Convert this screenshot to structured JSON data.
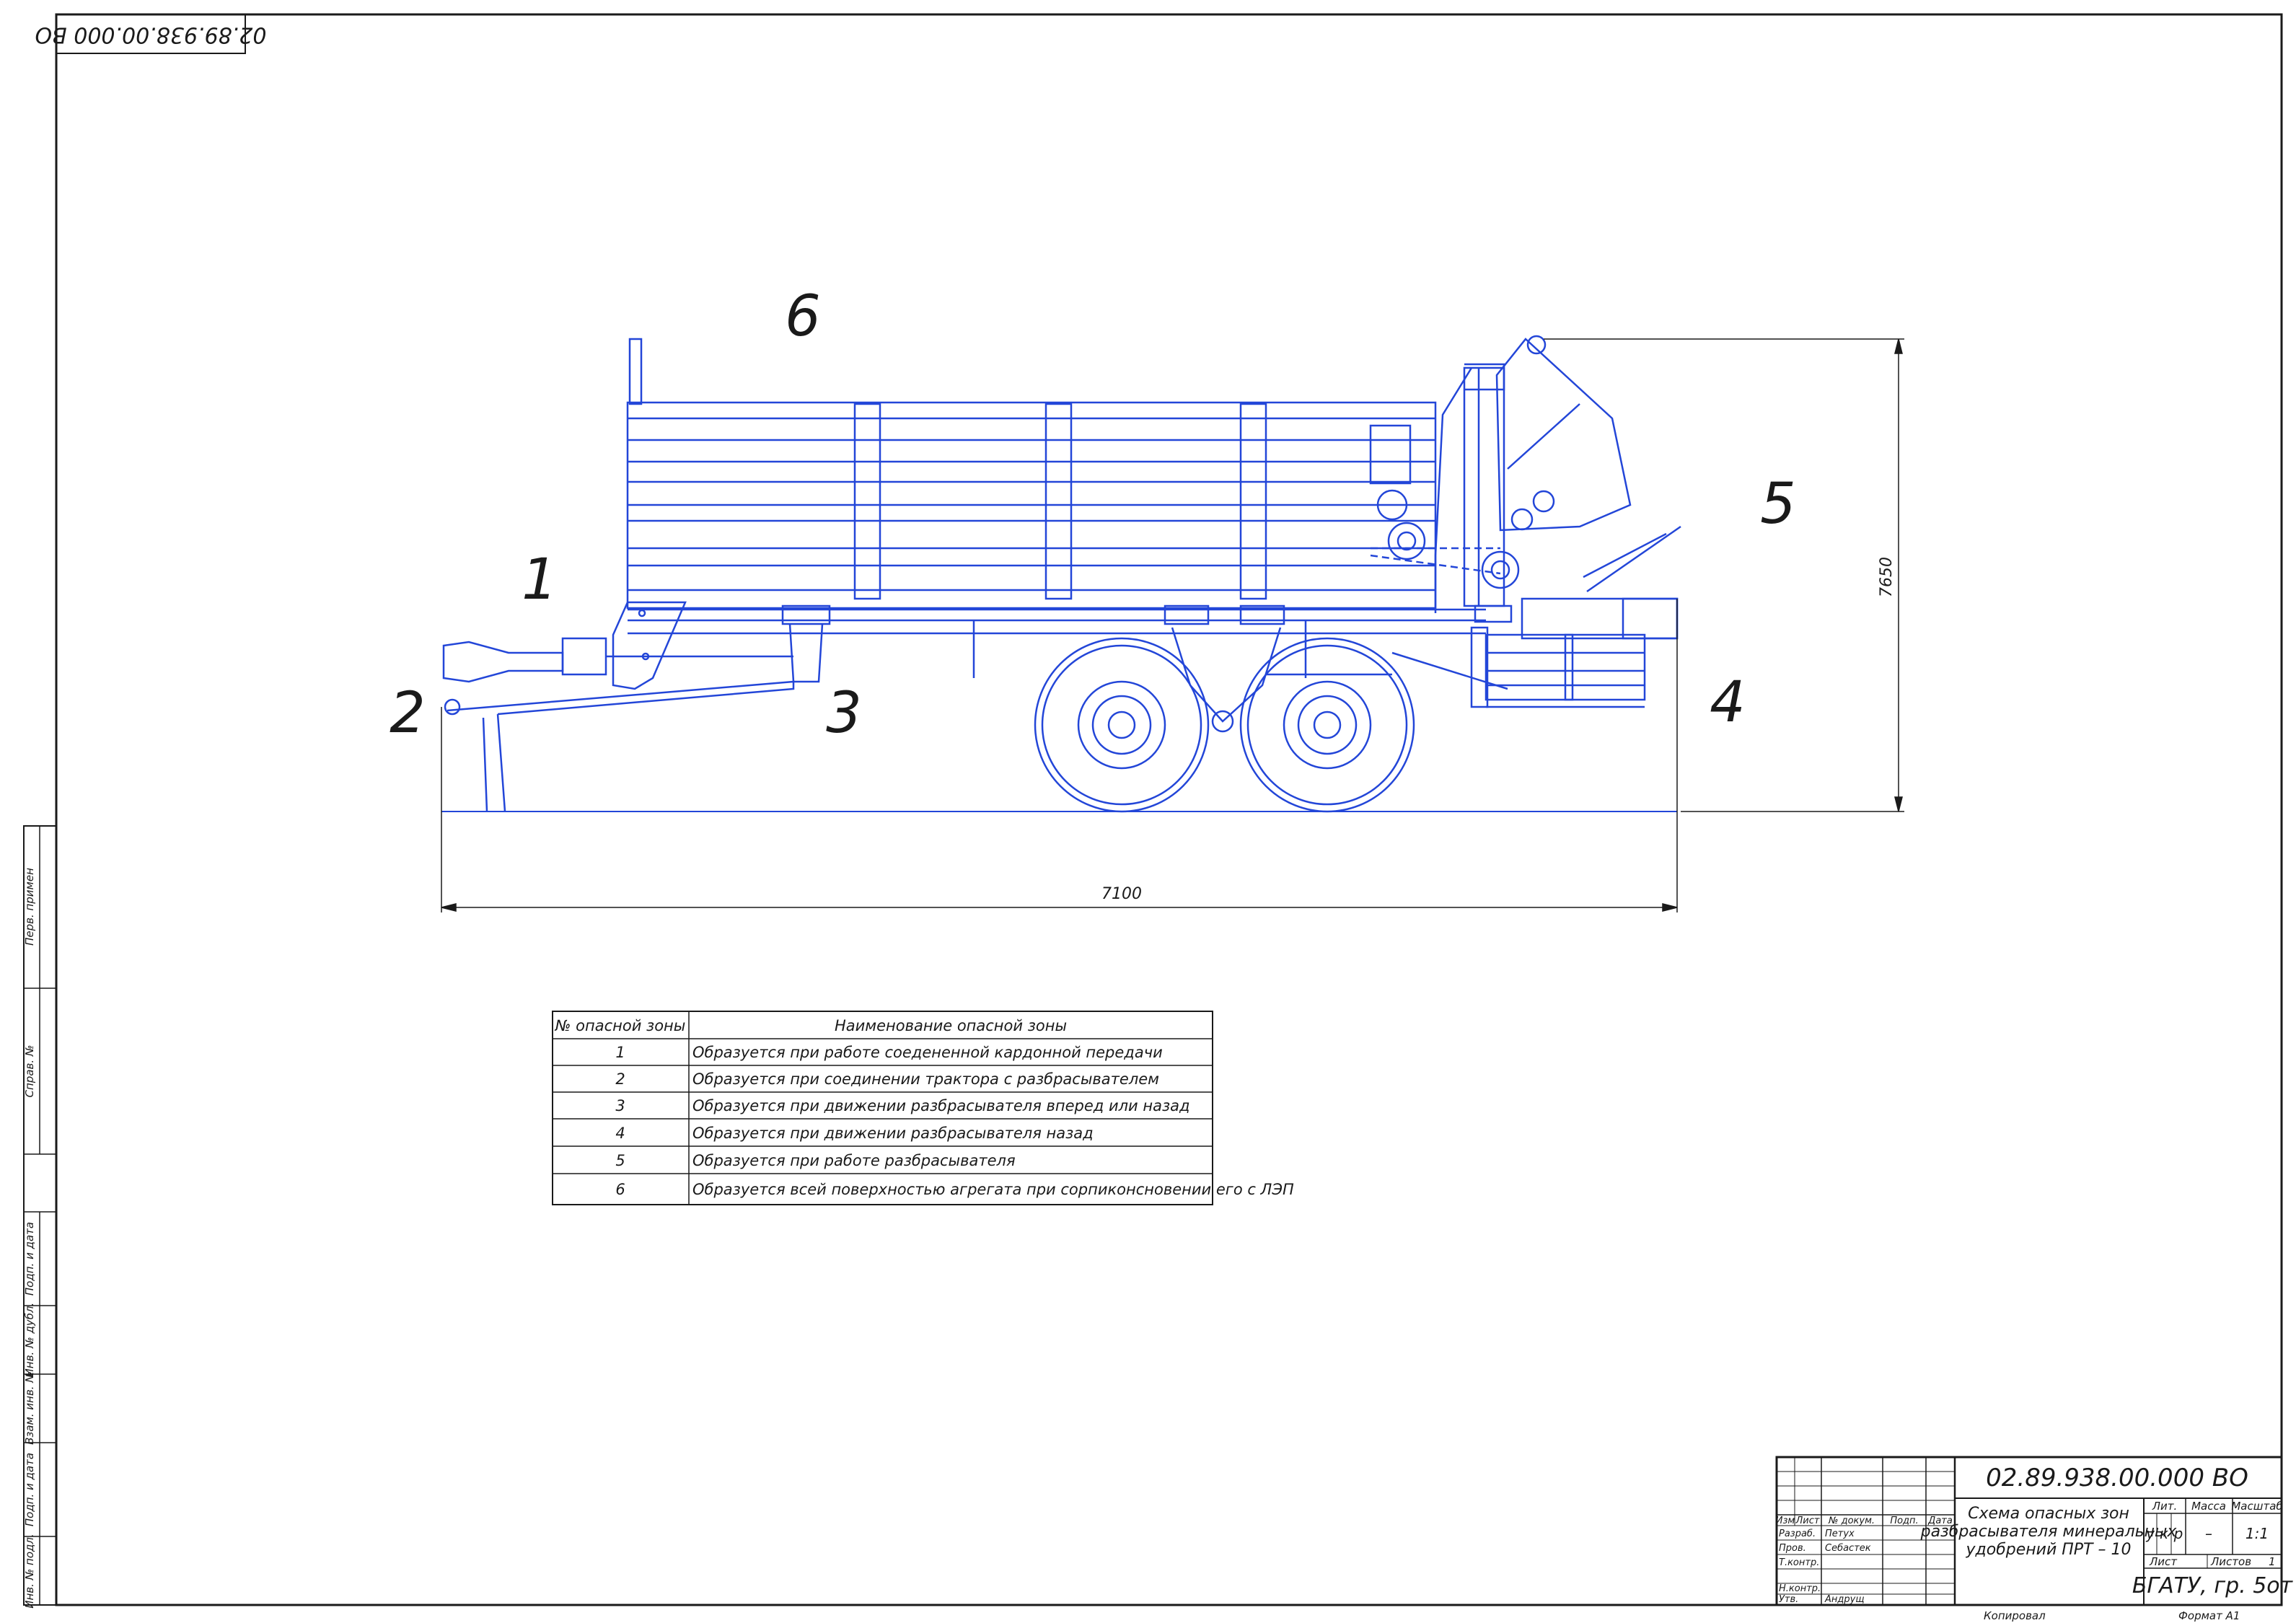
{
  "stamp_rotated": "02.89.938.00.000 ВО",
  "zone_labels": [
    "1",
    "2",
    "3",
    "4",
    "5",
    "6"
  ],
  "dimensions": {
    "width": "7100",
    "height": "7650"
  },
  "zones_table": {
    "headers": [
      "№ опасной зоны",
      "Наименование опасной зоны"
    ],
    "rows": [
      {
        "num": "1",
        "desc": "Образуется при работе соедененной кардонной передачи"
      },
      {
        "num": "2",
        "desc": "Образуется при соединении трактора с разбрасывателем"
      },
      {
        "num": "3",
        "desc": "Образуется при движении разбрасывателя вперед или назад"
      },
      {
        "num": "4",
        "desc": "Образуется при движении разбрасывателя назад"
      },
      {
        "num": "5",
        "desc": "Образуется при работе разбрасывателя"
      },
      {
        "num": "6",
        "desc": "Образуется всей поверхностью агрегата при сорпиконсновении его с ЛЭП"
      }
    ]
  },
  "side_strip": [
    "Перв. примен",
    "Справ. №",
    "Подп. и дата",
    "Инв. № дубл.",
    "Взам. инв. №",
    "Подп. и дата",
    "Инв. № подл."
  ],
  "title_block": {
    "doc_code": "02.89.938.00.000 ВО",
    "title_lines": [
      "Схема опасных зон",
      "разбрасывателя минеральных",
      "удобрений ПРТ – 10"
    ],
    "col_headers": [
      "Изм",
      "Лист",
      "№ докум.",
      "Подп.",
      "Дата"
    ],
    "roles": [
      "Разраб.",
      "Пров.",
      "Т.контр.",
      "",
      "Н.контр.",
      "Утв."
    ],
    "names": [
      "Петух",
      "Себастек",
      "",
      "",
      "",
      "Андрущ"
    ],
    "lit_label": "Лит.",
    "mass_label": "Масса",
    "scale_label": "Масштаб",
    "lit_values": [
      "у",
      "к",
      "р"
    ],
    "mass_value": "–",
    "scale_value": "1:1",
    "sheet_label": "Лист",
    "sheets_label": "Листов",
    "sheets_value": "1",
    "org": "БГАТУ, гр. 5от",
    "copied": "Копировал",
    "format": "Формат А1"
  }
}
